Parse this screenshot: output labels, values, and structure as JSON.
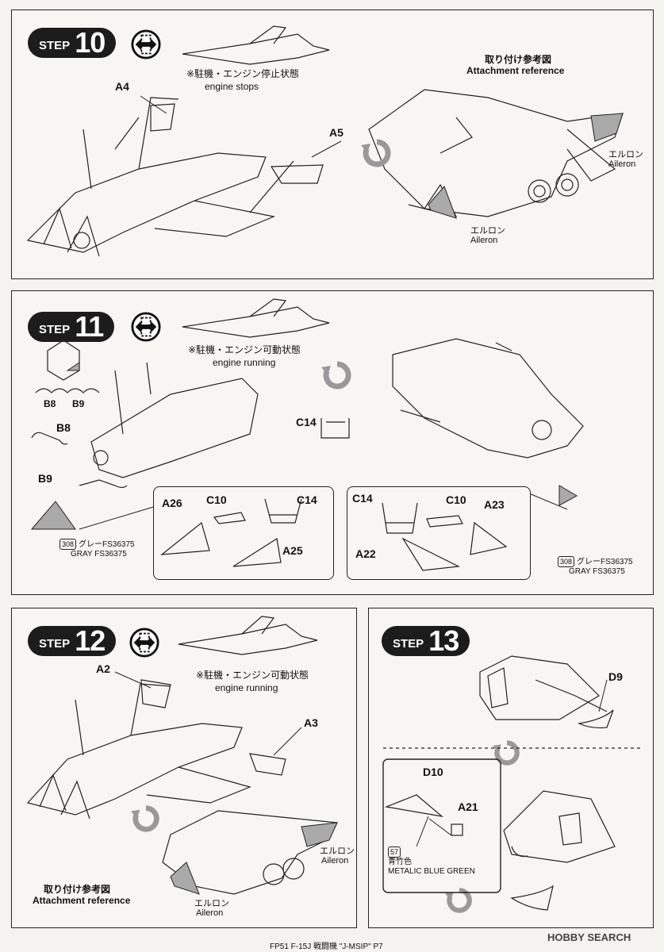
{
  "steps": {
    "s10": {
      "word": "STEP",
      "number": "10",
      "mode_jp": "※駐機・エンジン停止状態",
      "mode_en": "engine stops",
      "ref_jp": "取り付け参考図",
      "ref_en": "Attachment reference",
      "parts": [
        "A4",
        "A5"
      ],
      "aileron_jp": "エルロン",
      "aileron_en": "Aileron"
    },
    "s11": {
      "word": "STEP",
      "number": "11",
      "mode_jp": "※駐機・エンジン可動状態",
      "mode_en": "engine running",
      "parts_top": [
        "B8",
        "B9"
      ],
      "parts_main": [
        "B8",
        "B9",
        "C14"
      ],
      "left_box": [
        "A26",
        "C10",
        "C14",
        "A25"
      ],
      "right_box": [
        "C14",
        "C10",
        "A23",
        "A22"
      ],
      "paint_code": "308",
      "paint_jp": "グレーFS36375",
      "paint_en": "GRAY FS36375"
    },
    "s12": {
      "word": "STEP",
      "number": "12",
      "mode_jp": "※駐機・エンジン可動状態",
      "mode_en": "engine running",
      "parts": [
        "A2",
        "A3"
      ],
      "ref_jp": "取り付け参考図",
      "ref_en": "Attachment reference",
      "aileron_jp": "エルロン",
      "aileron_en": "Aileron"
    },
    "s13": {
      "word": "STEP",
      "number": "13",
      "parts": [
        "D9",
        "D10",
        "A21"
      ],
      "paint_code": "57",
      "paint_jp": "青竹色",
      "paint_en": "METALIC BLUE GREEN"
    }
  },
  "footer": "FP51 F-15J 戦闘機 \"J-MSIP\" P7",
  "watermark": "HOBBY SEARCH"
}
